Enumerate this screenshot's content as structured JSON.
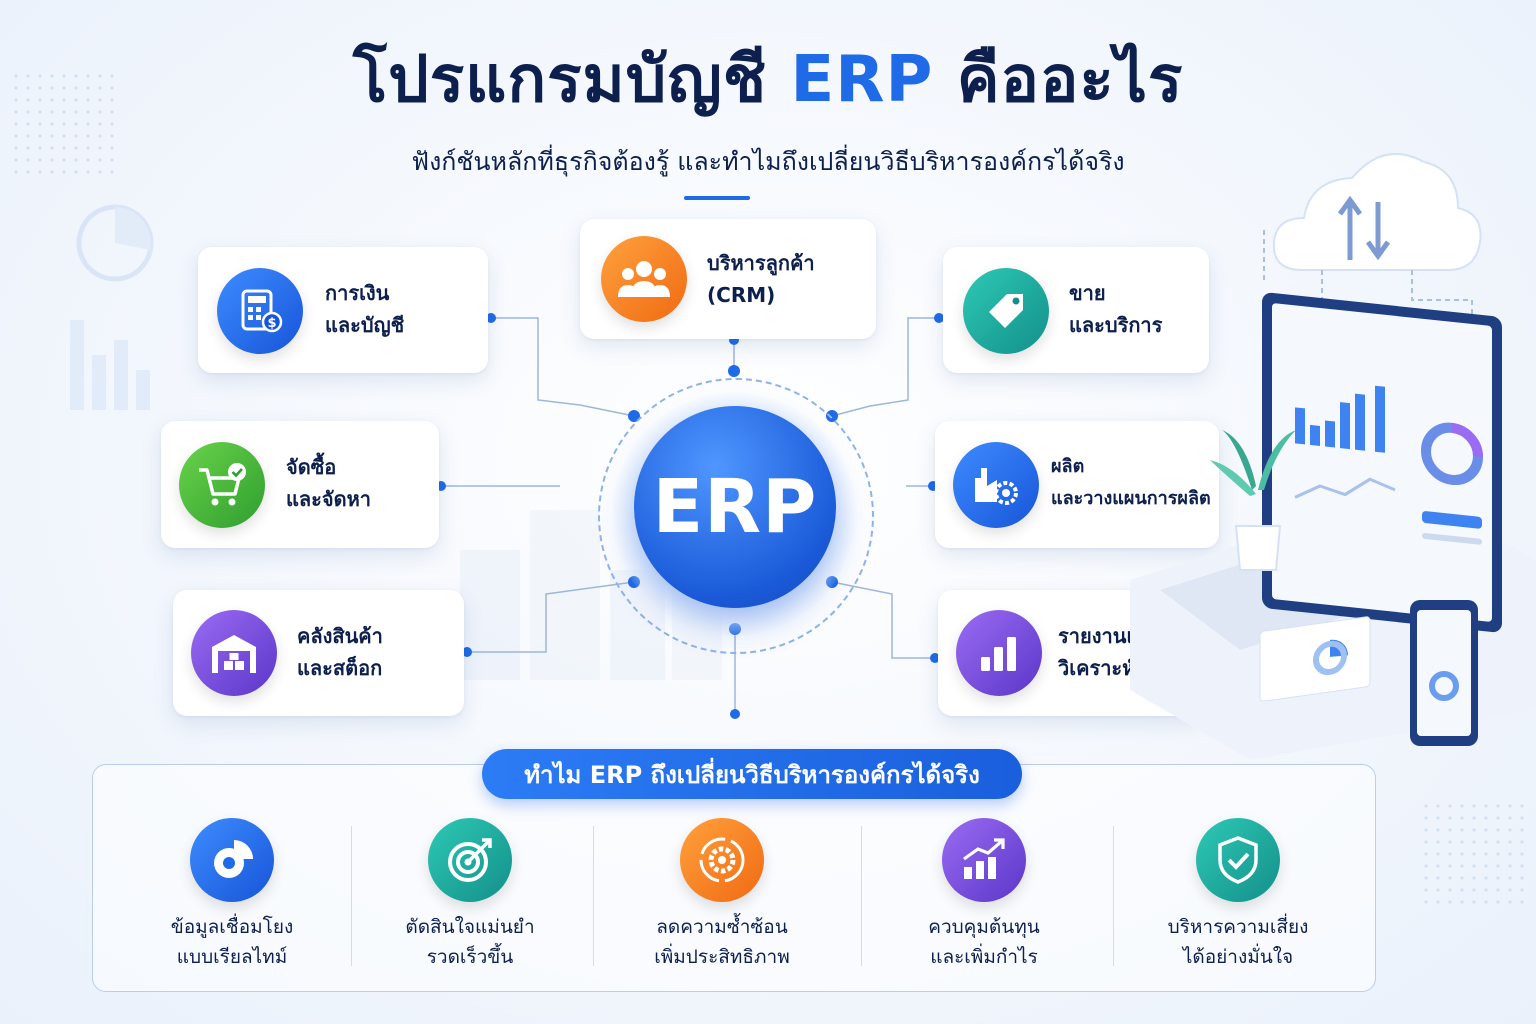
{
  "header": {
    "title_pre": "โปรแกรมบัญชี",
    "title_accent": "ERP",
    "title_post": "คืออะไร",
    "subtitle": "ฟังก์ชันหลักที่ธุรกิจต้องรู้ และทำไมถึงเปลี่ยนวิธีบริหารองค์กรได้จริง"
  },
  "core": {
    "label": "ERP"
  },
  "modules": [
    {
      "line1": "การเงิน",
      "line2": "และบัญชี",
      "icon": "calculator-icon",
      "color": "#1f6ae6"
    },
    {
      "line1": "บริหารลูกค้า",
      "line2": "(CRM)",
      "icon": "people-icon",
      "color": "#f47a1e"
    },
    {
      "line1": "ขาย",
      "line2": "และบริการ",
      "icon": "price-tag-icon",
      "color": "#1aa89c"
    },
    {
      "line1": "จัดซื้อ",
      "line2": "และจัดหา",
      "icon": "shopping-cart-icon",
      "color": "#3aa83a"
    },
    {
      "line1": "ผลิต",
      "line2": "และวางแผนการผลิต",
      "icon": "factory-gear-icon",
      "color": "#1f6ae6"
    },
    {
      "line1": "คลังสินค้า",
      "line2": "และสต็อก",
      "icon": "warehouse-icon",
      "color": "#6a45d6"
    },
    {
      "line1": "รายงานและ",
      "line2": "วิเคราะห์ข้อมูล",
      "icon": "bar-chart-icon",
      "color": "#6a45d6"
    }
  ],
  "benefits": {
    "heading": "ทำไม ERP ถึงเปลี่ยนวิธีบริหารองค์กรได้จริง",
    "items": [
      {
        "line1": "ข้อมูลเชื่อมโยง",
        "line2": "แบบเรียลไทม์",
        "icon": "pie-chart-icon"
      },
      {
        "line1": "ตัดสินใจแม่นยำ",
        "line2": "รวดเร็วขึ้น",
        "icon": "target-icon"
      },
      {
        "line1": "ลดความซ้ำซ้อน",
        "line2": "เพิ่มประสิทธิภาพ",
        "icon": "gear-cycle-icon"
      },
      {
        "line1": "ควบคุมต้นทุน",
        "line2": "และเพิ่มกำไร",
        "icon": "growth-chart-icon"
      },
      {
        "line1": "บริหารความเสี่ยง",
        "line2": "ได้อย่างมั่นใจ",
        "icon": "shield-check-icon"
      }
    ]
  },
  "colors": {
    "accent": "#1f6ae6",
    "navy": "#0d1f4d"
  }
}
